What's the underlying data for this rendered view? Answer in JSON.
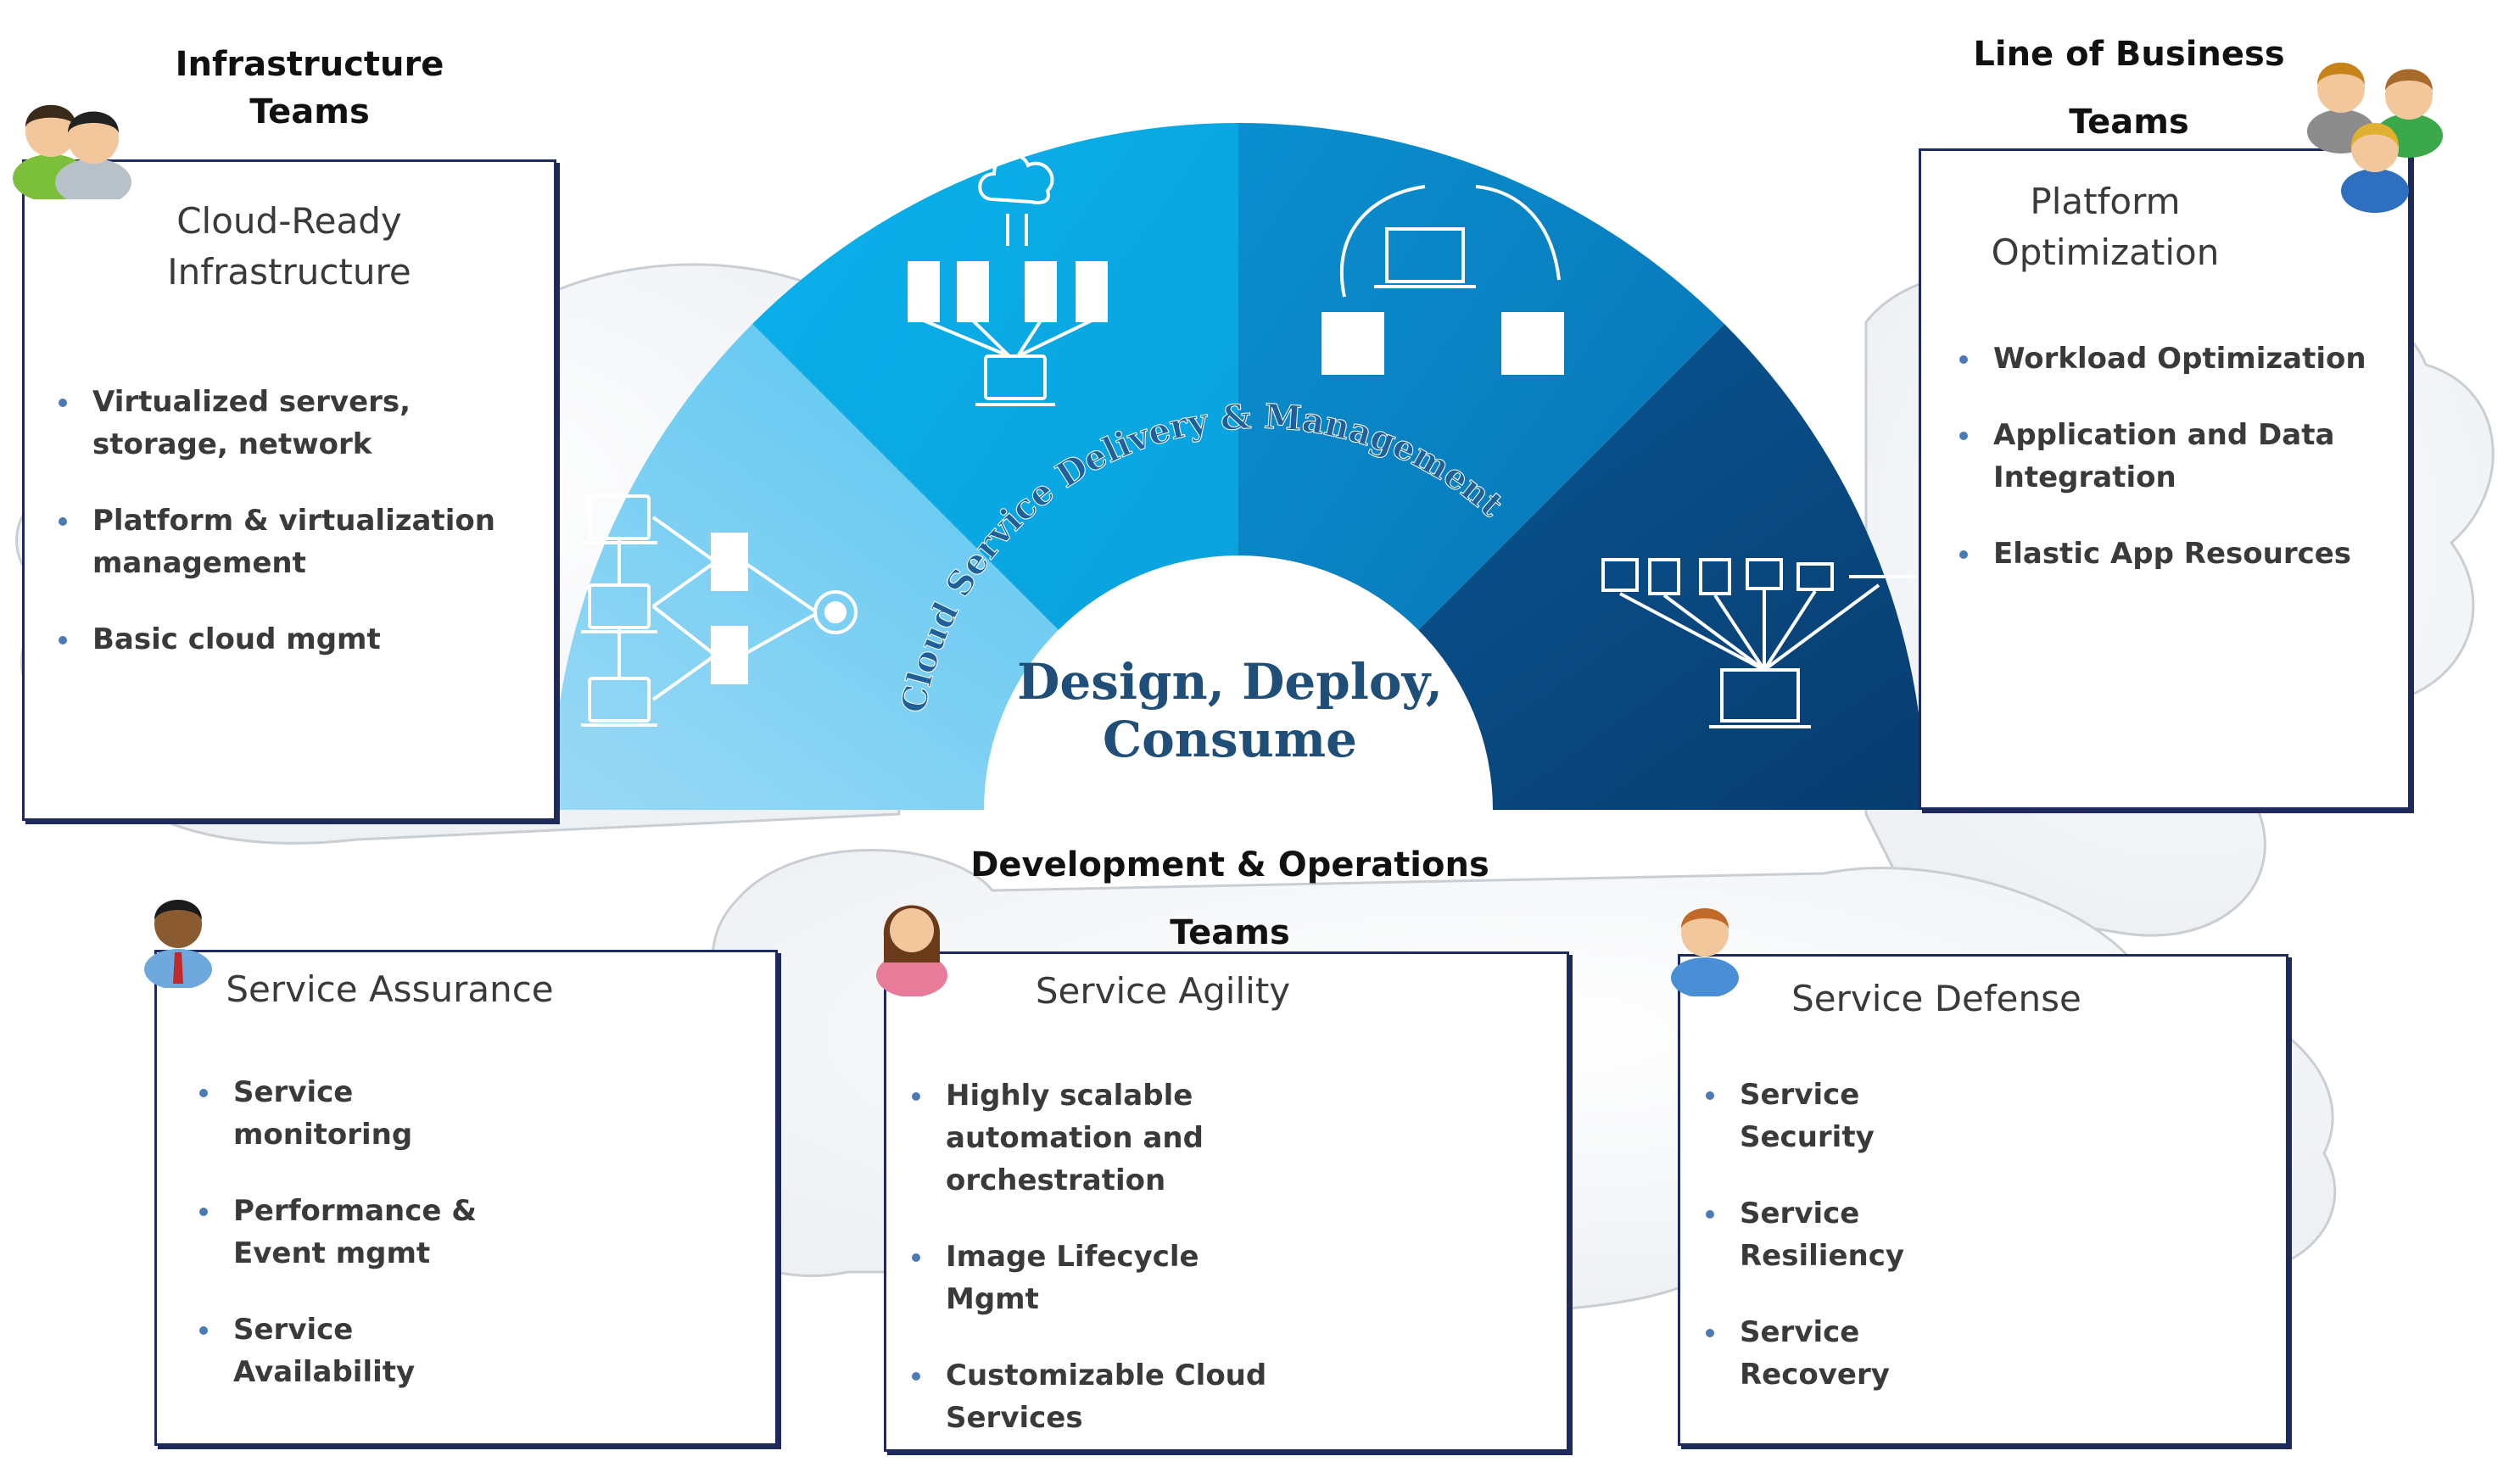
{
  "center": {
    "arc_text": "Cloud Service Delivery & Management",
    "title_line1": "Design, Deploy,",
    "title_line2": "Consume"
  },
  "teams": {
    "infrastructure_line1": "Infrastructure",
    "infrastructure_line2": "Teams",
    "business_line1": "Line of  Business",
    "business_line2": "Teams",
    "devops_line1": "Development & Operations",
    "devops_line2": "Teams"
  },
  "cards": {
    "cloud_ready": {
      "title_line1": "Cloud-Ready",
      "title_line2": "Infrastructure",
      "items": [
        "Virtualized servers, storage, network",
        "Platform & virtualization management",
        "Basic cloud mgmt"
      ]
    },
    "platform_opt": {
      "title_line1": "Platform",
      "title_line2": "Optimization",
      "items": [
        "Workload Optimization",
        "Application and Data Integration",
        "Elastic App Resources"
      ]
    },
    "service_assurance": {
      "title": "Service Assurance",
      "items": [
        "Service monitoring",
        "Performance & Event mgmt",
        "Service Availability"
      ]
    },
    "service_agility": {
      "title": "Service  Agility",
      "items": [
        "Highly scalable automation and orchestration",
        "Image Lifecycle Mgmt",
        "Customizable Cloud Services"
      ]
    },
    "service_defense": {
      "title": "Service Defense",
      "items": [
        "Service Security",
        "Service Resiliency",
        "Service Recovery"
      ]
    }
  },
  "colors": {
    "segment1": "#7fd0f2",
    "segment2": "#14b1e8",
    "segment3": "#0a88c8",
    "segment4": "#0a4f8a",
    "card_border": "#1f2a5c",
    "center_text": "#1f4e79",
    "bullet": "#4a7bb5"
  }
}
